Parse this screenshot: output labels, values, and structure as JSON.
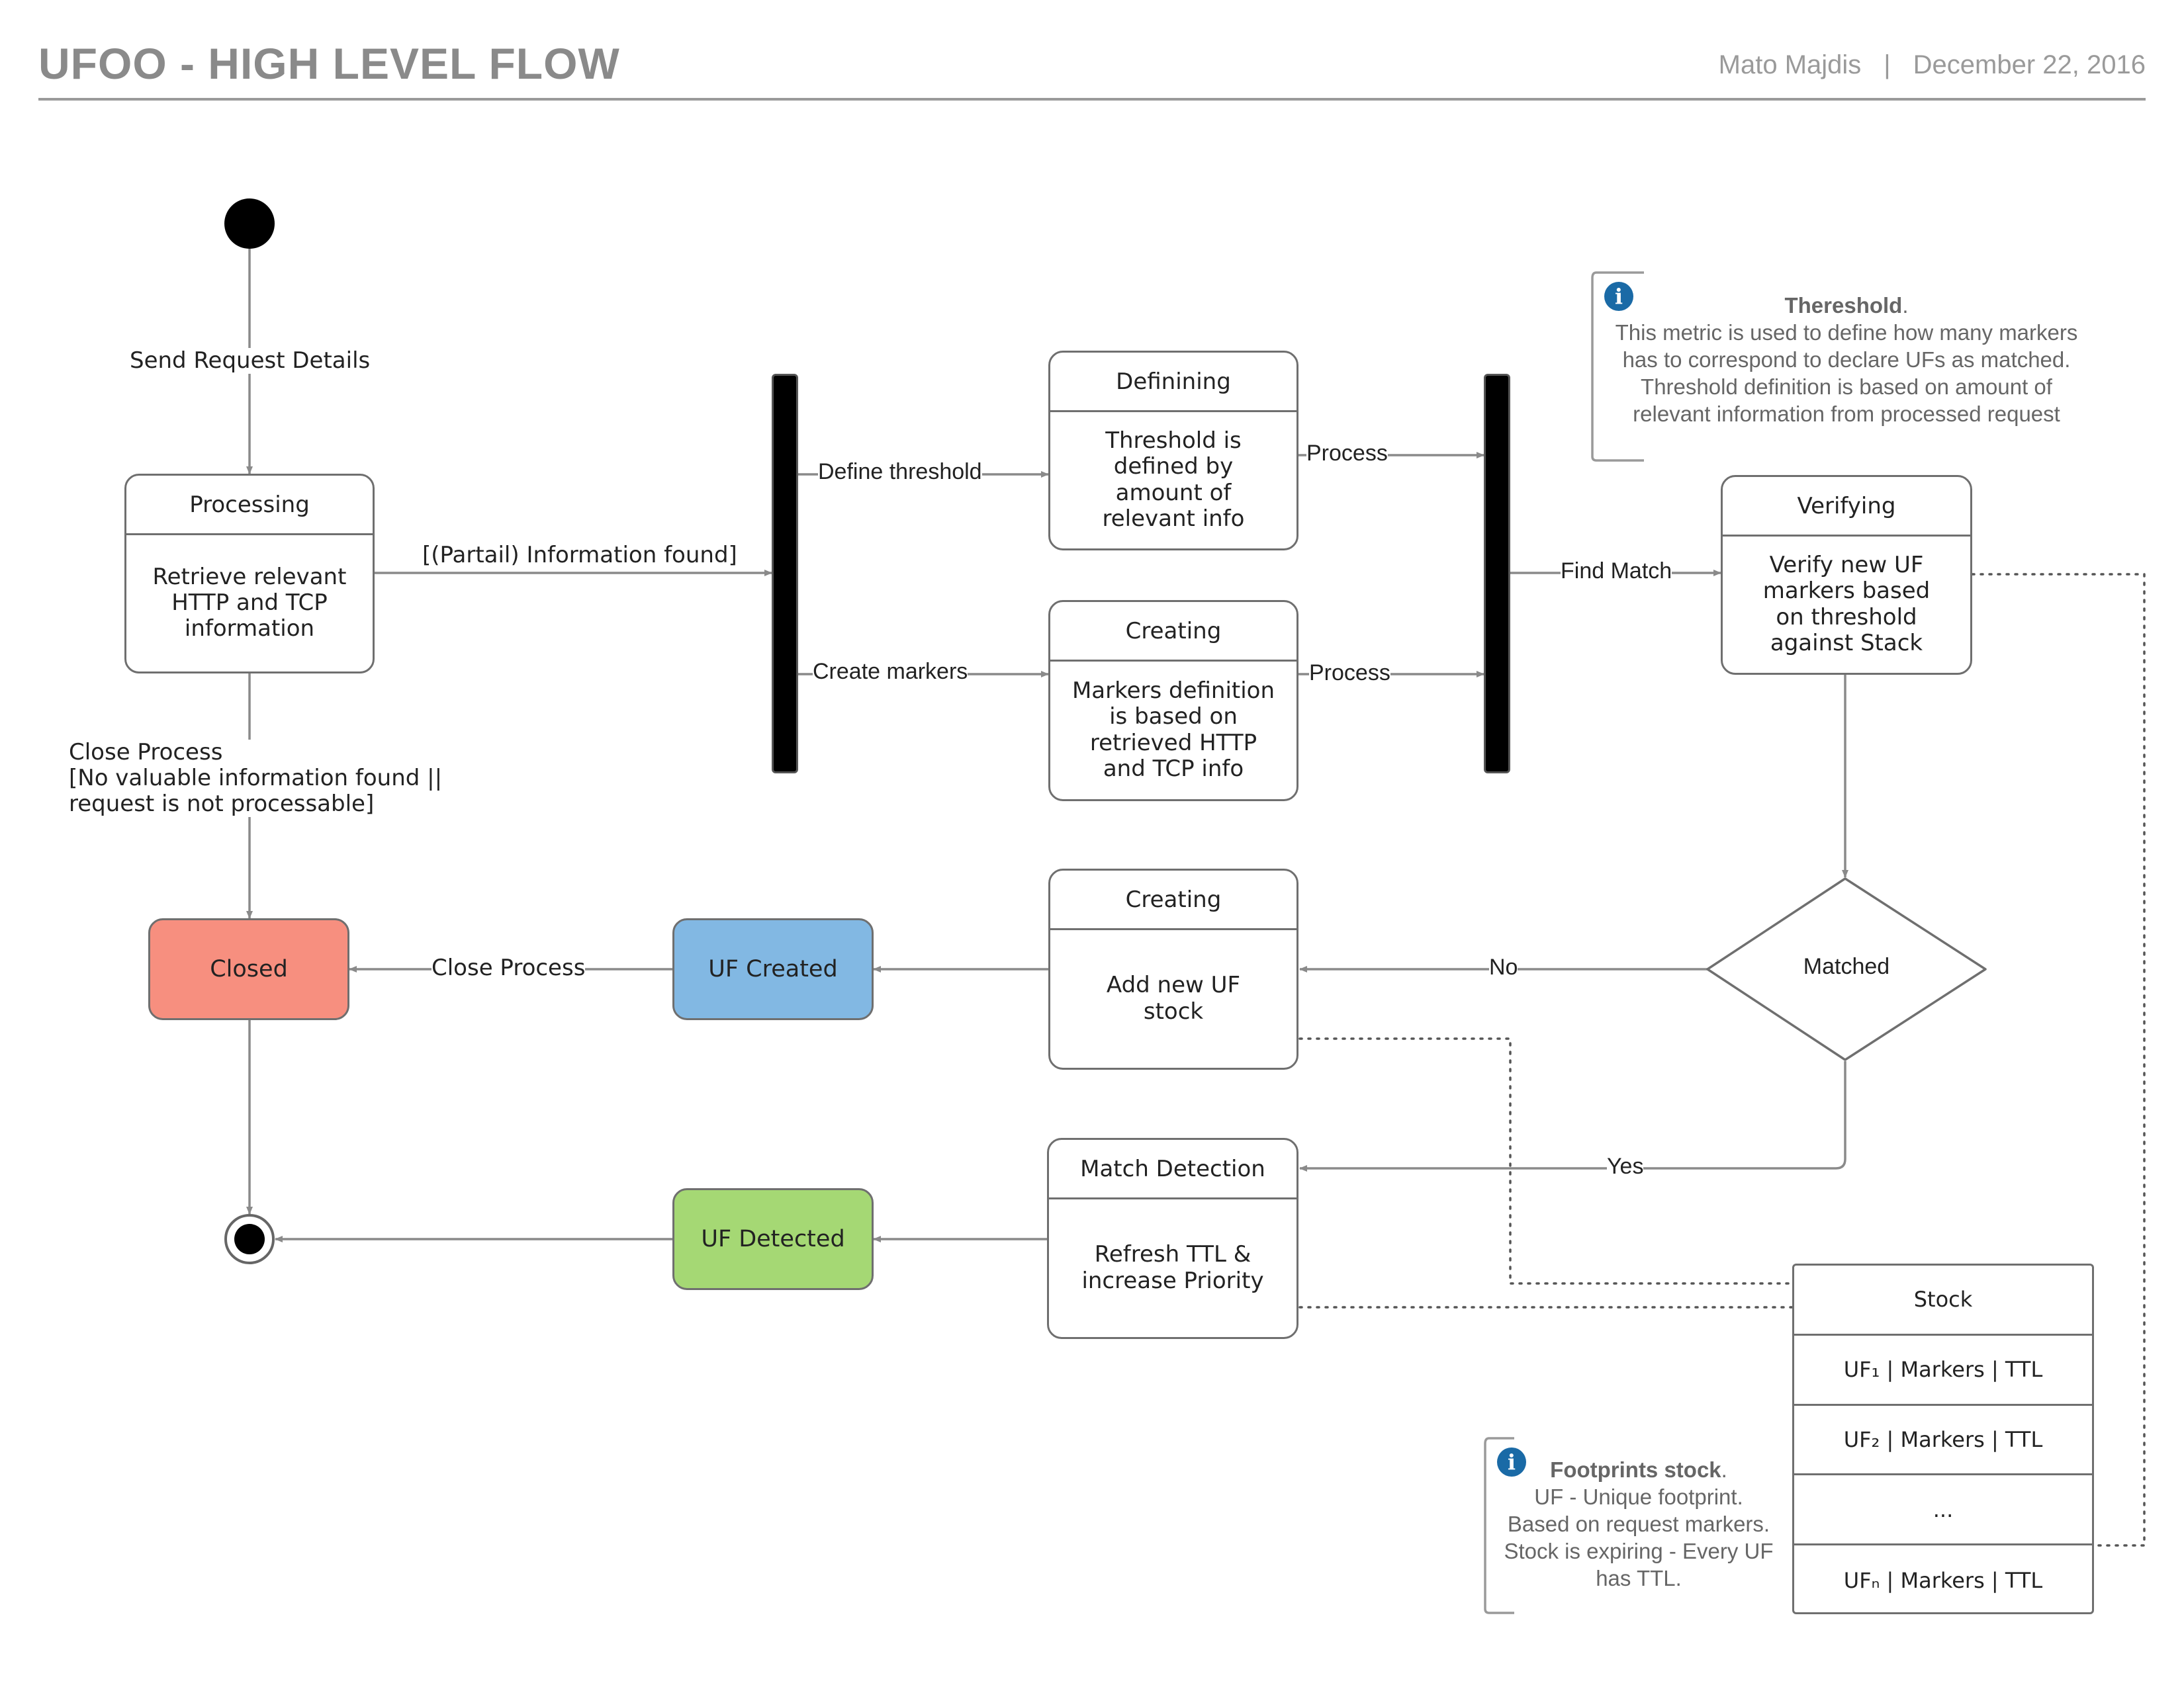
{
  "header": {
    "title": "UFOO - HIGH LEVEL FLOW",
    "author": "Mato Majdis",
    "separator": "|",
    "date": "December 22, 2016"
  },
  "states": {
    "processing": {
      "title": "Processing",
      "body": "Retrieve relevant\nHTTP and TCP\ninformation"
    },
    "defining": {
      "title": "Definining",
      "body": "Threshold is\ndefined by\namount of\nrelevant info"
    },
    "creating_markers": {
      "title": "Creating",
      "body": "Markers definition\nis based on\nretrieved HTTP\nand TCP info"
    },
    "verifying": {
      "title": "Verifying",
      "body": "Verify new UF\nmarkers based\non threshold\nagainst Stack"
    },
    "creating_stock": {
      "title": "Creating",
      "body": "Add new UF\nstock"
    },
    "match_detection": {
      "title": "Match Detection",
      "body": "Refresh TTL &\nincrease Priority"
    }
  },
  "terminals": {
    "closed": "Closed",
    "uf_created": "UF Created",
    "uf_detected": "UF Detected"
  },
  "decision": {
    "label": "Matched"
  },
  "edges": {
    "send_request": "Send Request Details",
    "info_found": "[(Partail) Information found]",
    "close_process_cond": "Close Process\n[No valuable information found ||\nrequest is not processable]",
    "define_threshold": "Define threshold",
    "create_markers": "Create markers",
    "process_1": "Process",
    "process_2": "Process",
    "find_match": "Find Match",
    "no": "No",
    "yes": "Yes",
    "close_process": "Close Process"
  },
  "stock": {
    "title": "Stock",
    "rows": [
      "UF₁ | Markers | TTL",
      "UF₂ | Markers | TTL",
      "...",
      "UFₙ | Markers | TTL"
    ]
  },
  "notes": {
    "threshold": {
      "title": "Thereshold",
      "title_suffix": ".",
      "lines": [
        "This metric is used to define how many markers",
        "has to correspond to declare UFs as matched.",
        "Threshold definition is based on  amount of",
        "relevant information from processed request"
      ]
    },
    "footprints": {
      "title": "Footprints stock",
      "title_suffix": ".",
      "lines": [
        "UF - Unique footprint.",
        "Based on request markers.",
        "Stock is expiring - Every UF",
        "has TTL."
      ]
    },
    "info_icon": "i"
  },
  "colors": {
    "closed": "#f78f7f",
    "uf_created": "#82b8e3",
    "uf_detected": "#a5d874",
    "info": "#1a6aa6",
    "line": "#8a8a8a"
  }
}
